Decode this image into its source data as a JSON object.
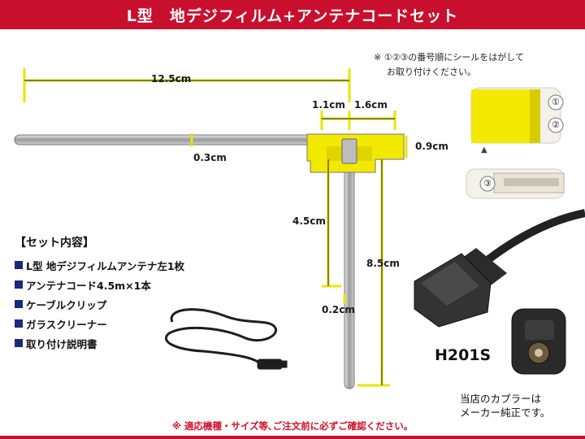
{
  "banner": {
    "title": "L型　地デジフィルム+アンテナコードセット"
  },
  "peel_note": {
    "line1": "※ ①②③の番号順にシールをはがして",
    "line2": "お取り付けください。"
  },
  "dimensions": {
    "length": "12.5cm",
    "tab_left": "1.1cm",
    "tab_right": "1.6cm",
    "tab_height": "0.9cm",
    "wire_width": "0.3cm",
    "vertical_short": "4.5cm",
    "vertical_long": "8.5cm",
    "vertical_width": "0.2cm"
  },
  "seal_numbers": [
    "①",
    "②",
    "③"
  ],
  "contents": {
    "title": "【セット内容】",
    "items": [
      "L型 地デジフィルムアンテナ左1枚",
      "アンテナコード4.5m×1本",
      "ケーブルクリップ",
      "ガラスクリーナー",
      "取り付け説明書"
    ]
  },
  "connector": {
    "model": "H201S",
    "note_line1": "当店のカプラーは",
    "note_line2": "メーカー純正です。"
  },
  "footer": {
    "note": "※ 適応機種・サイズ等､ご注文前に必ずご確認ください。"
  },
  "colors": {
    "banner": "#c8102e",
    "film": "#f2e800",
    "dimension_line": "#e6e600",
    "bullet": "#1a2a7a",
    "footer_text": "#d0102a"
  }
}
